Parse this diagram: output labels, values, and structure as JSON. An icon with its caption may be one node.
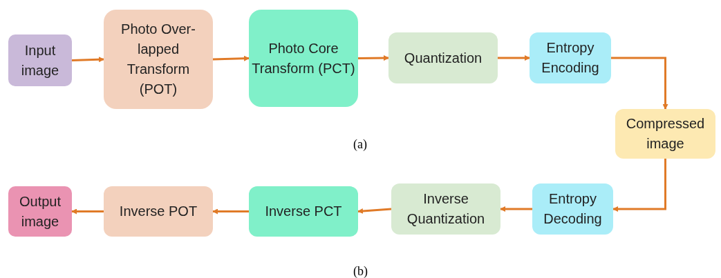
{
  "diagram": {
    "nodes": [
      {
        "text": [
          "Input image"
        ]
      },
      {
        "text": [
          "Photo Over-lapped Transform (POT)"
        ]
      },
      {
        "text": [
          "Photo Core Transform (PCT)"
        ]
      },
      {
        "text": [
          "Quantization"
        ]
      },
      {
        "text": [
          "Entropy Encoding"
        ]
      },
      {
        "text": [
          "Compressed image"
        ]
      },
      {
        "text": [
          "Entropy Decoding"
        ]
      },
      {
        "text": [
          "Inverse Quantization"
        ]
      },
      {
        "text": [
          "Inverse PCT"
        ]
      },
      {
        "text": [
          "Inverse POT"
        ]
      },
      {
        "text": [
          "Output image"
        ]
      }
    ],
    "edges": [
      {
        "from": 0,
        "to": 1,
        "arrow": "to"
      },
      {
        "from": 1,
        "to": 2,
        "arrow": "to"
      },
      {
        "from": 2,
        "to": 3,
        "arrow": "to"
      },
      {
        "from": 3,
        "to": 4,
        "arrow": "to"
      },
      {
        "from": 4,
        "to": 5,
        "arrow": "to"
      },
      {
        "from": 5,
        "to": 6,
        "arrow": "to"
      },
      {
        "from": 6,
        "to": 7,
        "arrow": "to"
      },
      {
        "from": 7,
        "to": 8,
        "arrow": "to"
      },
      {
        "from": 8,
        "to": 9,
        "arrow": "to"
      },
      {
        "from": 9,
        "to": 10,
        "arrow": "to"
      }
    ],
    "labels": [
      "(a)",
      "(b)"
    ]
  }
}
